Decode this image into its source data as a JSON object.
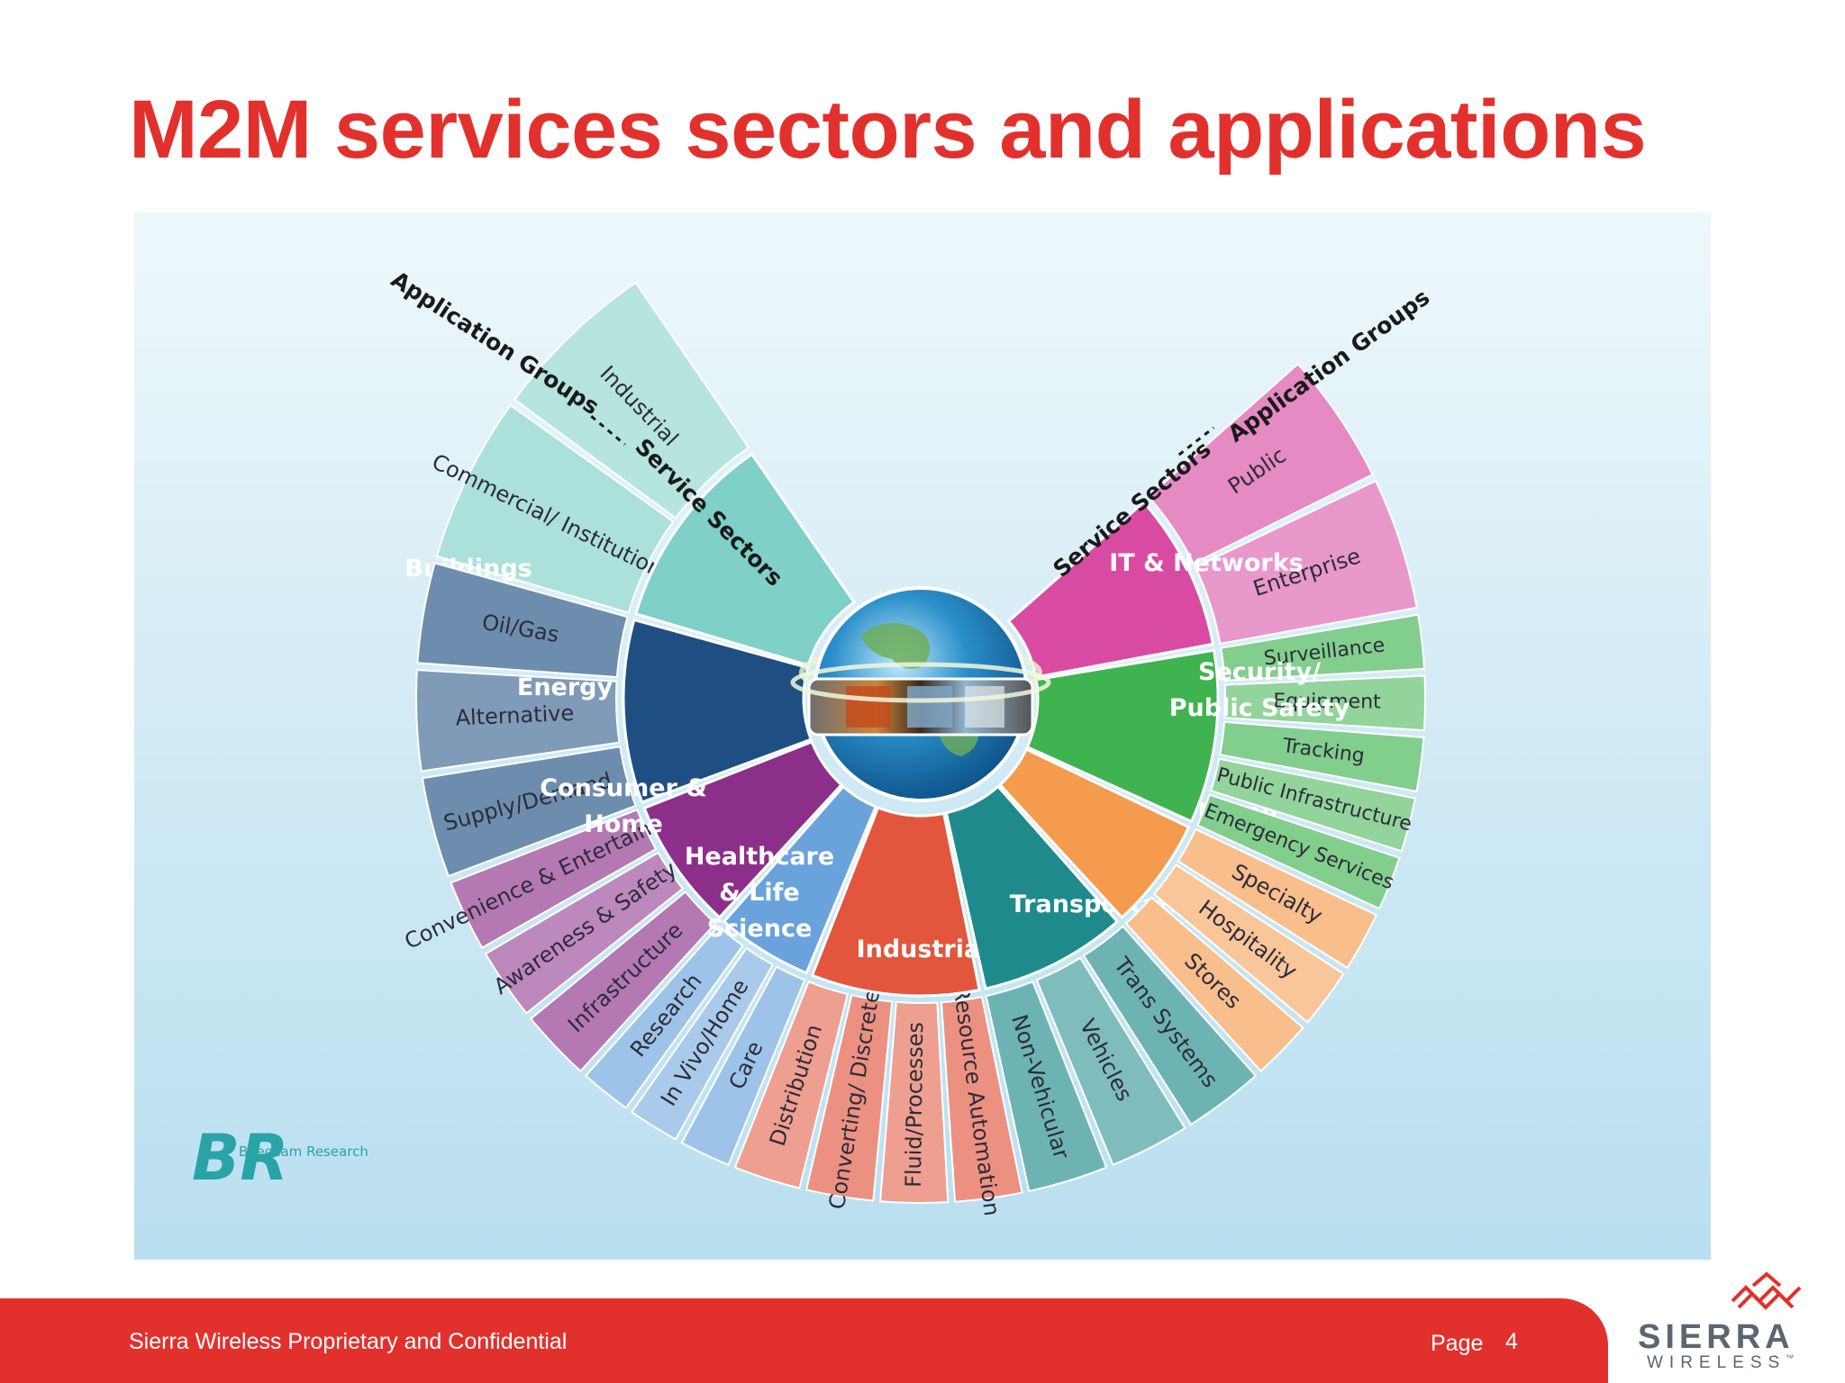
{
  "slide": {
    "title": "M2M services sectors and applications",
    "footer_text": "Sierra Wireless Proprietary and Confidential",
    "page_label": "Page",
    "page_number": "4"
  },
  "brand": {
    "name": "SIERRA",
    "sub": "WIRELESS",
    "trademark": "™",
    "color": "#5a6670",
    "accent": "#e2312d"
  },
  "diagram": {
    "left_header": {
      "groups": "Application Groups",
      "sectors": "Service Sectors"
    },
    "right_header": {
      "sectors": "Service Sectors",
      "groups": "Application Groups"
    },
    "sectors": [
      {
        "name": "Buildings",
        "color": "#7fd0c7",
        "groups": [
          "Commercial/ Institutional",
          "Industrial"
        ]
      },
      {
        "name": "Energy",
        "color": "#1f4f82",
        "groups": [
          "Supply/Demand",
          "Alternative",
          "Oil/Gas"
        ]
      },
      {
        "name": "Consumer & Home",
        "color": "#8c2f8a",
        "groups": [
          "Infrastructure",
          "Awareness & Safety",
          "Convenience & Entertainment"
        ]
      },
      {
        "name": "Healthcare & Life Science",
        "color": "#6aa2dc",
        "groups": [
          "Care",
          "In Vivo/Home",
          "Research"
        ]
      },
      {
        "name": "Industrial",
        "color": "#e2563d",
        "groups": [
          "Resource Automation",
          "Fluid/Processes",
          "Converting/ Discrete",
          "Distribution"
        ]
      },
      {
        "name": "Transportation",
        "color": "#1f8a8c",
        "groups": [
          "Trans Systems",
          "Vehicles",
          "Non-Vehicular"
        ]
      },
      {
        "name": "Retail",
        "color": "#f49b4e",
        "groups": [
          "Specialty",
          "Hospitality",
          "Stores"
        ]
      },
      {
        "name": "Security/ Public Safety",
        "color": "#3fb34f",
        "groups": [
          "Surveillance",
          "Equipment",
          "Tracking",
          "Public Infrastructure",
          "Emergency Services"
        ]
      },
      {
        "name": "IT & Networks",
        "color": "#d94ba3",
        "groups": [
          "Public",
          "Enterprise"
        ]
      }
    ],
    "logo": {
      "text": "Beecham Research",
      "mark": "BR"
    }
  }
}
